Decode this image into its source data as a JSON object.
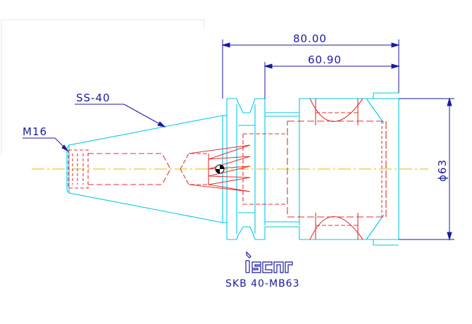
{
  "dimensions": {
    "overall_length": "80.00",
    "body_length": "60.90",
    "diameter": "ϕ63"
  },
  "labels": {
    "taper": "SS-40",
    "thread": "M16"
  },
  "logo": {
    "brand": "iscar"
  },
  "model": "SKB 40-MB63",
  "colors": {
    "dimension": "#1a1aa0",
    "outline": "#00c8e6",
    "hidden": "#e83030",
    "centerline": "#d8c000"
  }
}
